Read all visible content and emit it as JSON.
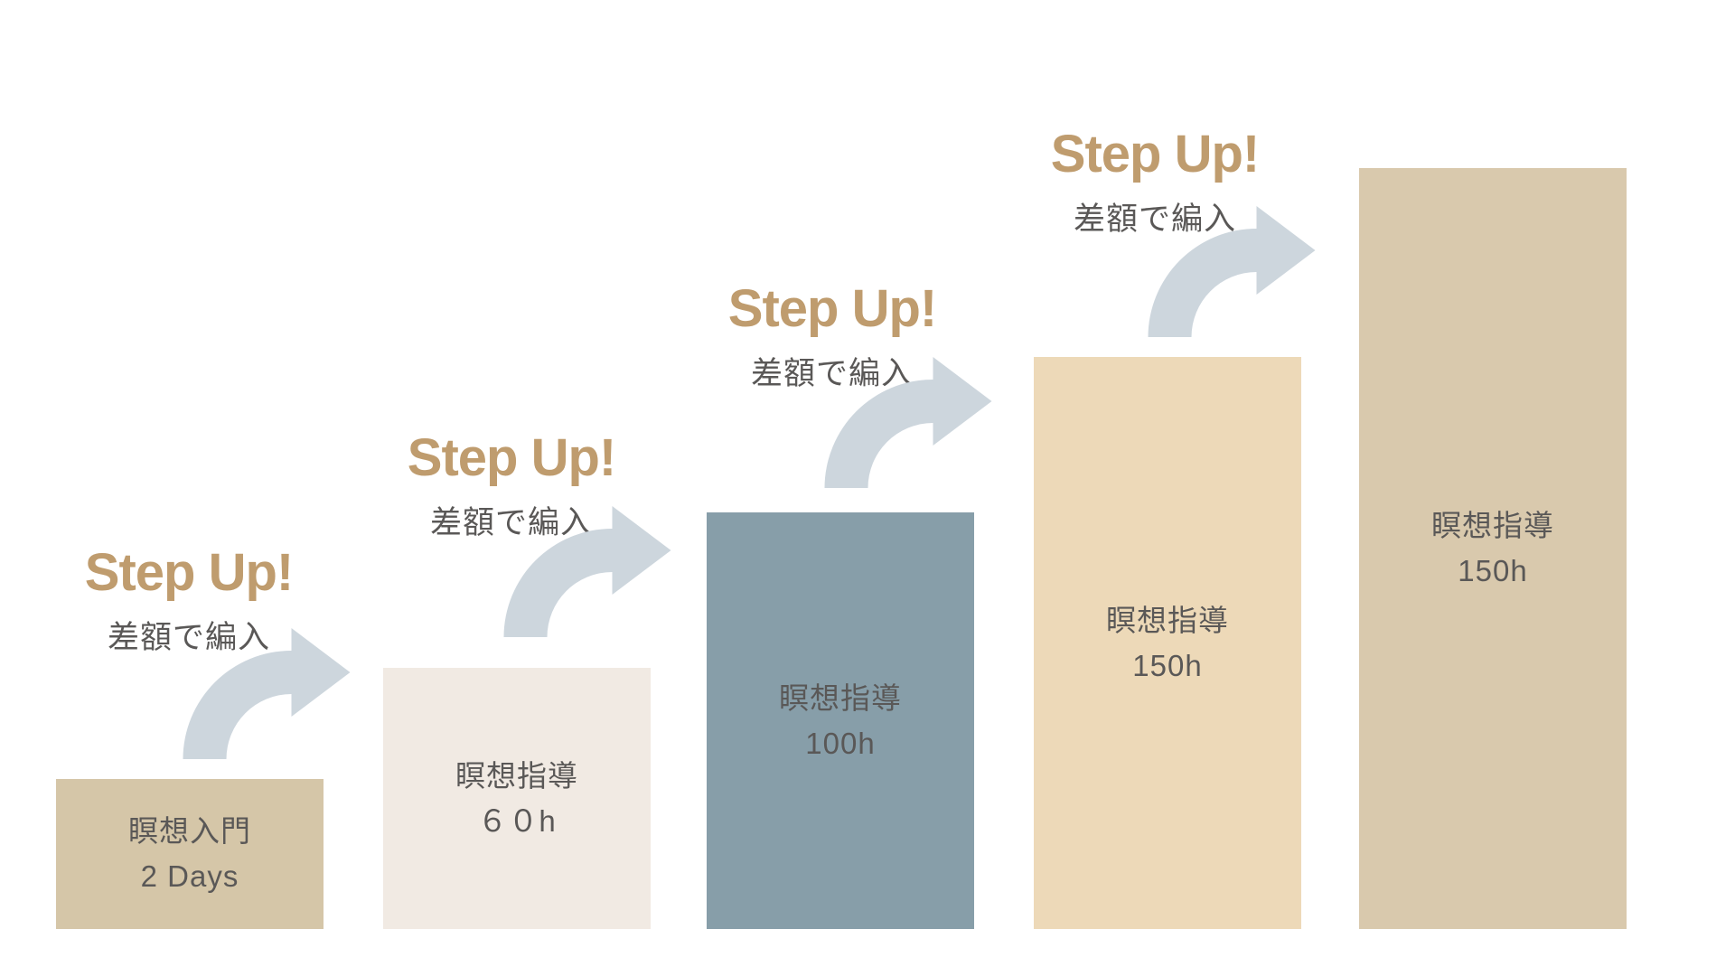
{
  "background": "#ffffff",
  "colors": {
    "step_up_accent": "#bf9c6e",
    "body_text": "#5a5857",
    "arrow": "#cdd6dd"
  },
  "icons": {
    "step_up_arrow": "curved-arrow-icon"
  },
  "steps": [
    {
      "name": "瞑想入門",
      "duration": "2 Days",
      "color": "#d5c6a8"
    },
    {
      "name": "瞑想指導",
      "duration": "６０h",
      "color": "#f1eae3"
    },
    {
      "name": "瞑想指導",
      "duration": "100h",
      "color": "#879ea9"
    },
    {
      "name": "瞑想指導",
      "duration": "150h",
      "color": "#edd9b8"
    },
    {
      "name": "瞑想指導",
      "duration": "150h",
      "color": "#d9c9ad"
    }
  ],
  "step_ups": [
    {
      "title": "Step Up!",
      "subtitle": "差額で編入"
    },
    {
      "title": "Step Up!",
      "subtitle": "差額で編入"
    },
    {
      "title": "Step Up!",
      "subtitle": "差額で編入"
    },
    {
      "title": "Step Up!",
      "subtitle": "差額で編入"
    }
  ]
}
